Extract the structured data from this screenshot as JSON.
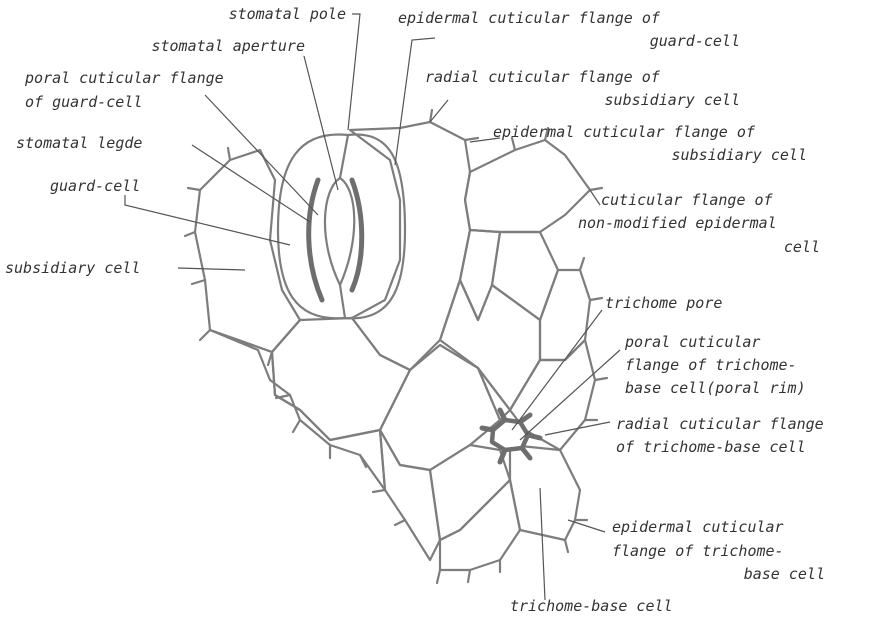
{
  "labels": {
    "stomatal_pole": "stomatal pole",
    "stomatal_aperture": "stomatal aperture",
    "poral_flange_guard_1": "poral cuticular flange",
    "poral_flange_guard_2": "of guard-cell",
    "stomatal_ledge": "stomatal legde",
    "guard_cell": "guard-cell",
    "subsidiary_cell": "subsidiary cell",
    "epidermal_flange_guard_1": "epidermal cuticular flange of",
    "epidermal_flange_guard_2": "guard-cell",
    "radial_flange_subsidiary_1": "radial cuticular flange of",
    "radial_flange_subsidiary_2": "subsidiary cell",
    "epidermal_flange_subsidiary_1": "epidermal cuticular flange of",
    "epidermal_flange_subsidiary_2": "subsidiary cell",
    "flange_nonmodified_1": "cuticular flange of",
    "flange_nonmodified_2": "non-modified epidermal",
    "flange_nonmodified_3": "cell",
    "trichome_pore": "trichome pore",
    "poral_flange_trichome_1": "poral cuticular",
    "poral_flange_trichome_2": "flange of trichome-",
    "poral_flange_trichome_3": "base cell(poral rim)",
    "radial_flange_trichome_1": "radial cuticular flange",
    "radial_flange_trichome_2": "of trichome-base cell",
    "epidermal_flange_trichome_1": "epidermal cuticular",
    "epidermal_flange_trichome_2": "flange of trichome-",
    "epidermal_flange_trichome_3": "base cell",
    "trichome_base_cell": "trichome-base cell"
  }
}
